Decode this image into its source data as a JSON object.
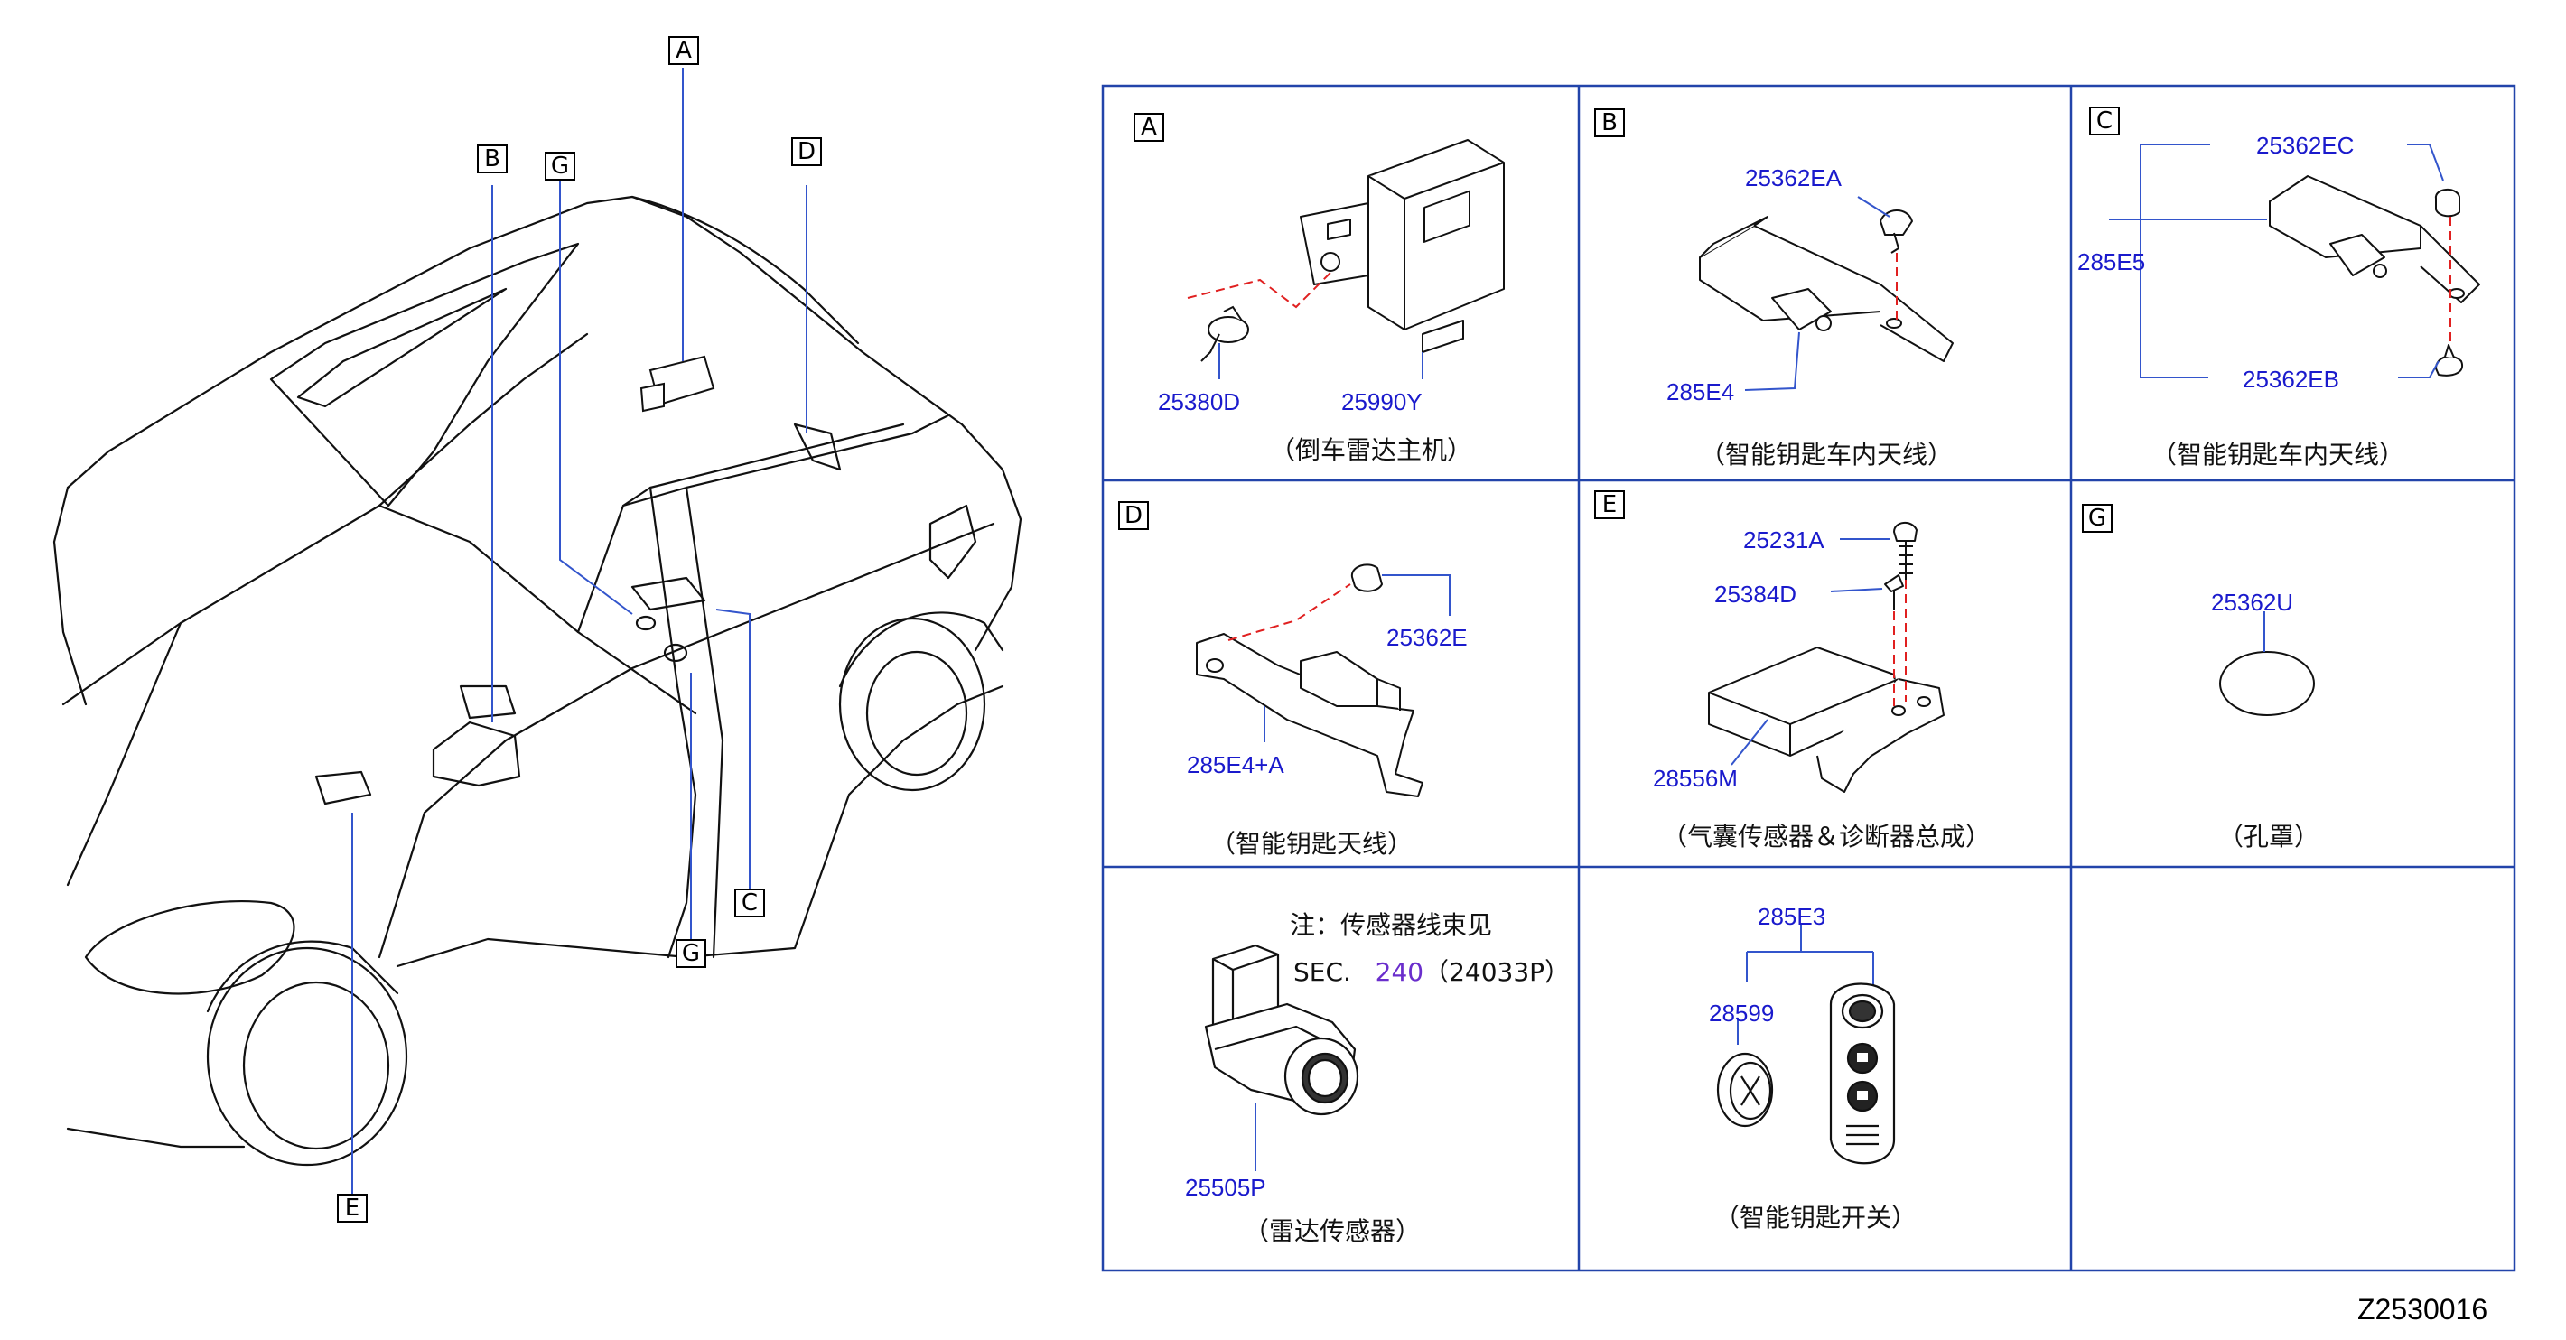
{
  "callouts": {
    "A": "A",
    "B": "B",
    "C": "C",
    "D": "D",
    "E": "E",
    "G": "G"
  },
  "cells": {
    "A": {
      "letter": "A",
      "parts": [
        "25380D",
        "25990Y"
      ],
      "caption": "（倒车雷达主机）"
    },
    "B": {
      "letter": "B",
      "parts": [
        "25362EA",
        "285E4"
      ],
      "caption": "（智能钥匙车内天线）"
    },
    "C": {
      "letter": "C",
      "parts": [
        "25362EC",
        "285E5",
        "25362EB"
      ],
      "caption": "（智能钥匙车内天线）"
    },
    "D": {
      "letter": "D",
      "parts": [
        "25362E",
        "285E4+A"
      ],
      "caption": "（智能钥匙天线）"
    },
    "E": {
      "letter": "E",
      "parts": [
        "25231A",
        "25384D",
        "28556M"
      ],
      "caption": "（气囊传感器＆诊断器总成）"
    },
    "G": {
      "letter": "G",
      "parts": [
        "25362U"
      ],
      "caption": "（孔罩）"
    },
    "sensor": {
      "parts": [
        "25505P"
      ],
      "caption": "（雷达传感器）"
    },
    "key": {
      "parts": [
        "285E3",
        "28599"
      ],
      "caption": "（智能钥匙开关）"
    }
  },
  "note": {
    "line1": "注：传感器线束见",
    "prefix": "SEC.",
    "sec": "240",
    "ref": "（24033P）"
  },
  "drawing_number": "Z2530016",
  "colors": {
    "part_number": "#1a1acc",
    "leader": "#3355cc",
    "dash": "#e02020",
    "grid": "#2244aa",
    "link": "#6a2ecc"
  }
}
